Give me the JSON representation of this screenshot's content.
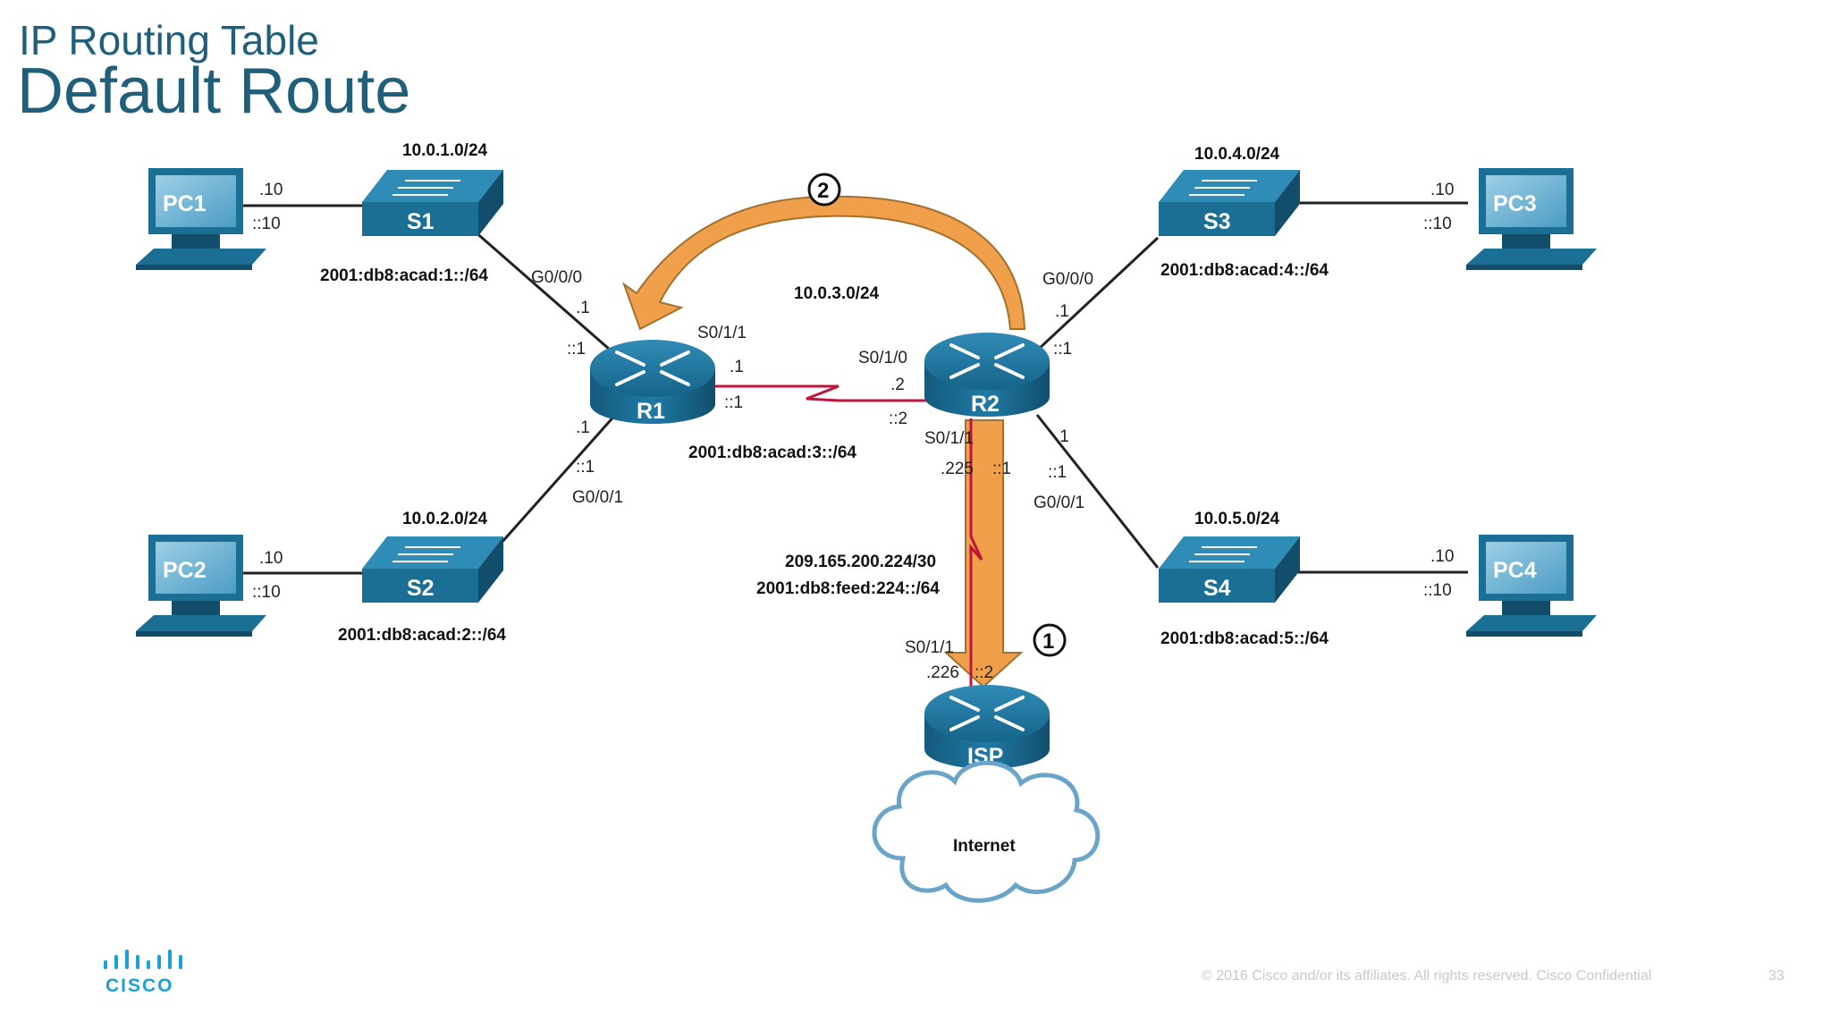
{
  "slide": {
    "subtitle": "IP Routing Table",
    "title": "Default Route"
  },
  "devices": {
    "pc1": "PC1",
    "pc2": "PC2",
    "pc3": "PC3",
    "pc4": "PC4",
    "s1": "S1",
    "s2": "S2",
    "s3": "S3",
    "s4": "S4",
    "r1": "R1",
    "r2": "R2",
    "isp": "ISP",
    "cloud": "Internet"
  },
  "networks": {
    "s1_v4": "10.0.1.0/24",
    "s1_v6": "2001:db8:acad:1::/64",
    "s2_v4": "10.0.2.0/24",
    "s2_v6": "2001:db8:acad:2::/64",
    "s3_v4": "10.0.4.0/24",
    "s3_v6": "2001:db8:acad:4::/64",
    "s4_v4": "10.0.5.0/24",
    "s4_v6": "2001:db8:acad:5::/64",
    "r1r2_v4": "10.0.3.0/24",
    "r1r2_v6": "2001:db8:acad:3::/64",
    "isp_v4": "209.165.200.224/30",
    "isp_v6": "2001:db8:feed:224::/64"
  },
  "labels": {
    "pc1_v4": ".10",
    "pc1_v6": "::10",
    "pc2_v4": ".10",
    "pc2_v6": "::10",
    "pc3_v4": ".10",
    "pc3_v6": "::10",
    "pc4_v4": ".10",
    "pc4_v6": "::10",
    "r1_g000": "G0/0/0",
    "r1_g000_v4": ".1",
    "r1_g000_v6": "::1",
    "r1_g001": "G0/0/1",
    "r1_g001_v4": ".1",
    "r1_g001_v6": "::1",
    "r1_s011": "S0/1/1",
    "r1_s011_v4": ".1",
    "r1_s011_v6": "::1",
    "r2_s010": "S0/1/0",
    "r2_s010_v4": ".2",
    "r2_s010_v6": "::2",
    "r2_g000": "G0/0/0",
    "r2_g000_v4": ".1",
    "r2_g000_v6": "::1",
    "r2_g001": "G0/0/1",
    "r2_g001_v4": ".1",
    "r2_g001_v6": "::1",
    "r2_s011": "S0/1/1",
    "r2_s011_v4": ".225",
    "r2_s011_v6": "::1",
    "isp_s011": "S0/1/1",
    "isp_s011_v4": ".226",
    "isp_s011_v6": "::2"
  },
  "markers": {
    "step1": "1",
    "step2": "2"
  },
  "footer": {
    "copyright": "© 2016  Cisco and/or its affiliates. All rights reserved.   Cisco Confidential",
    "page": "33",
    "logo": "CISCO"
  },
  "colors": {
    "title": "#1f5f7a",
    "device": "#1b6f95",
    "arrow": "#f0a04b",
    "serial": "#c0143c",
    "logo": "#1ba0d7"
  }
}
